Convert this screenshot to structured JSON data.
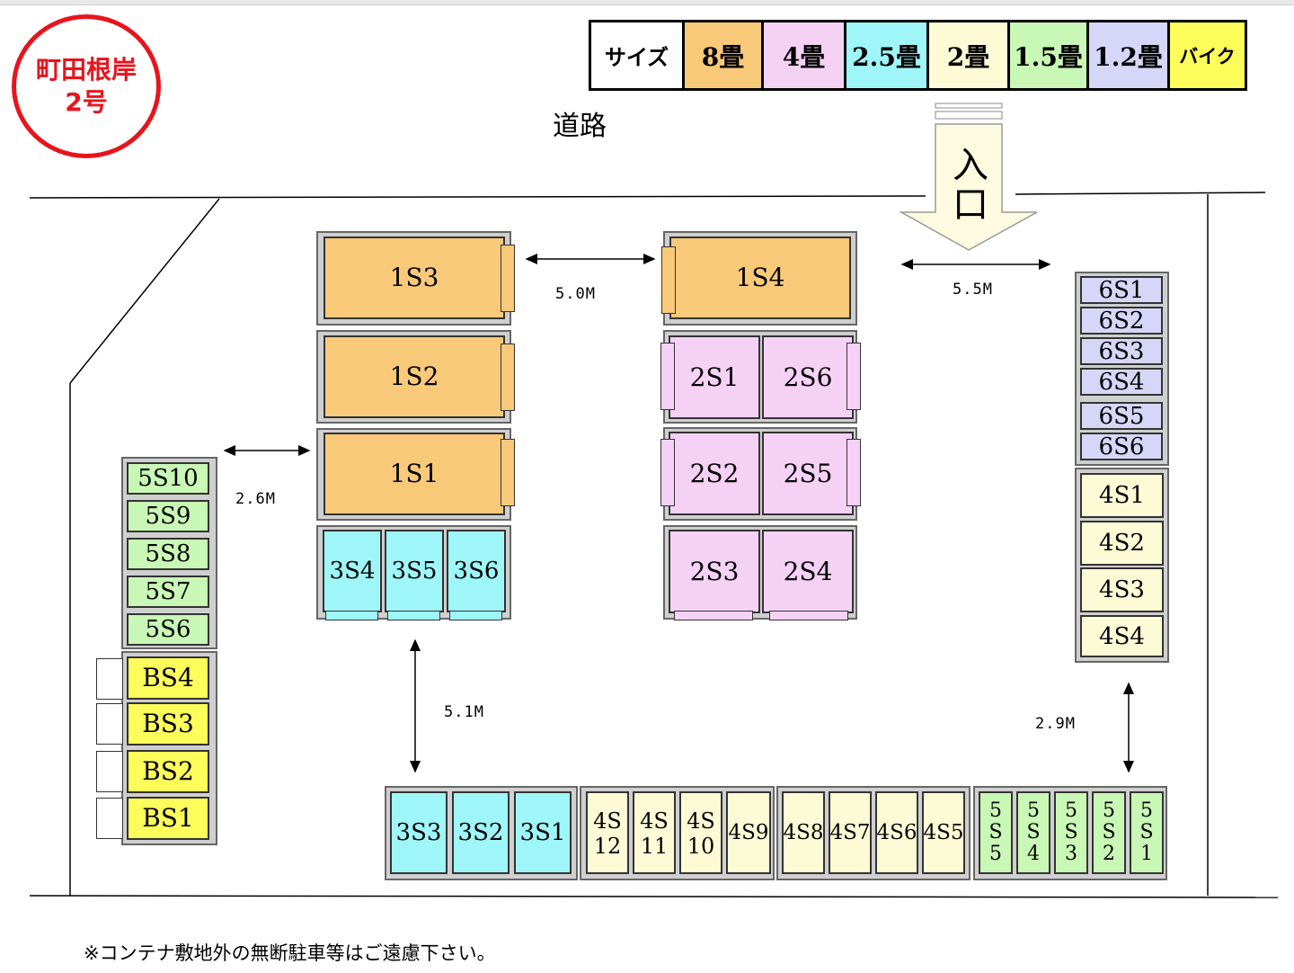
{
  "badge": {
    "line1": "町田根岸",
    "line2": "2号"
  },
  "legend": [
    {
      "label": "サイズ",
      "color": "#ffffff"
    },
    {
      "label": "8畳",
      "color": "#f9c97a"
    },
    {
      "label": "4畳",
      "color": "#f6d1f6"
    },
    {
      "label": "2.5畳",
      "color": "#9ff6f8"
    },
    {
      "label": "2畳",
      "color": "#fdfbd6"
    },
    {
      "label": "1.5畳",
      "color": "#c9f7b5"
    },
    {
      "label": "1.2畳",
      "color": "#d6d6f8"
    },
    {
      "label": "バイク",
      "color": "#fcfc5a"
    }
  ],
  "road_label": "道路",
  "entrance": {
    "line1": "入",
    "line2": "口"
  },
  "distances": {
    "d1": "5.0M",
    "d2": "5.5M",
    "d3": "2.6M",
    "d4": "5.1M",
    "d5": "2.9M"
  },
  "units": {
    "s1S3": "1S3",
    "s1S2": "1S2",
    "s1S1": "1S1",
    "s1S4": "1S4",
    "s2S1": "2S1",
    "s2S6": "2S6",
    "s2S2": "2S2",
    "s2S5": "2S5",
    "s2S3": "2S3",
    "s2S4": "2S4",
    "s3S4": "3S4",
    "s3S5": "3S5",
    "s3S6": "3S6",
    "s3S3": "3S3",
    "s3S2": "3S2",
    "s3S1": "3S1",
    "s4S12": "4S 12",
    "s4S11": "4S 11",
    "s4S10": "4S 10",
    "s4S9": "4S9",
    "s4S8": "4S8",
    "s4S7": "4S7",
    "s4S6": "4S6",
    "s4S5": "4S5",
    "s5S5": "5 S 5",
    "s5S4": "5 S 4",
    "s5S3": "5 S 3",
    "s5S2": "5 S 2",
    "s5S1": "5 S 1",
    "s6S1": "6S1",
    "s6S2": "6S2",
    "s6S3": "6S3",
    "s6S4": "6S4",
    "s6S5": "6S5",
    "s6S6": "6S6",
    "s4S1": "4S1",
    "s4S2": "4S2",
    "s4S3": "4S3",
    "s4S4": "4S4",
    "s5S10": "5S10",
    "s5S9": "5S9",
    "s5S8": "5S8",
    "s5S7": "5S7",
    "s5S6": "5S6",
    "sBS4": "BS4",
    "sBS3": "BS3",
    "sBS2": "BS2",
    "sBS1": "BS1"
  },
  "footnote": "※コンテナ敷地外の無断駐車等はご遠慮下さい。"
}
